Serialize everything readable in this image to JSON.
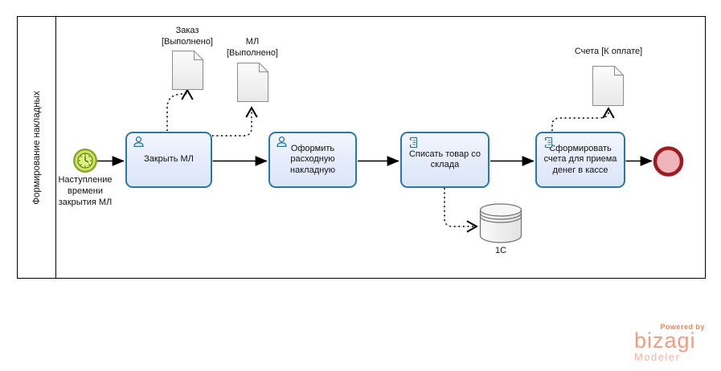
{
  "process": {
    "pool_label": "Формирование накладных",
    "start_event": {
      "label": "Наступление времени закрытия МЛ",
      "type_icon": "timer-icon"
    },
    "tasks": [
      {
        "label": "Закрыть МЛ",
        "type_icon": "user-icon"
      },
      {
        "label": "Оформить расходную накладную",
        "type_icon": "user-icon"
      },
      {
        "label": "Списать товар со склада",
        "type_icon": "script-icon"
      },
      {
        "label": "Сформировать счета для приема денег в кассе",
        "type_icon": "script-icon"
      }
    ],
    "data_objects": [
      {
        "label": "Заказ [Выполнено]",
        "icon": "document-icon"
      },
      {
        "label": "МЛ [Выполнено]",
        "icon": "document-icon"
      },
      {
        "label": "Счета [К оплате]",
        "icon": "document-icon"
      }
    ],
    "data_store": {
      "label": "1С",
      "icon": "database-icon"
    }
  },
  "branding": {
    "powered_by": "Powered by",
    "name": "bizagi",
    "product": "Modeler"
  },
  "colors": {
    "task_border": "#2879ab",
    "task_fill": "#e7edfa",
    "start_event_fill": "#cde85c",
    "start_event_stroke": "#89a62e",
    "end_event_fill": "#eeb6b8",
    "end_event_stroke": "#a01a20",
    "document_fill": "#f0f0f0",
    "logo_orange": "#f0854e",
    "logo_salmon": "#f29b7d"
  }
}
